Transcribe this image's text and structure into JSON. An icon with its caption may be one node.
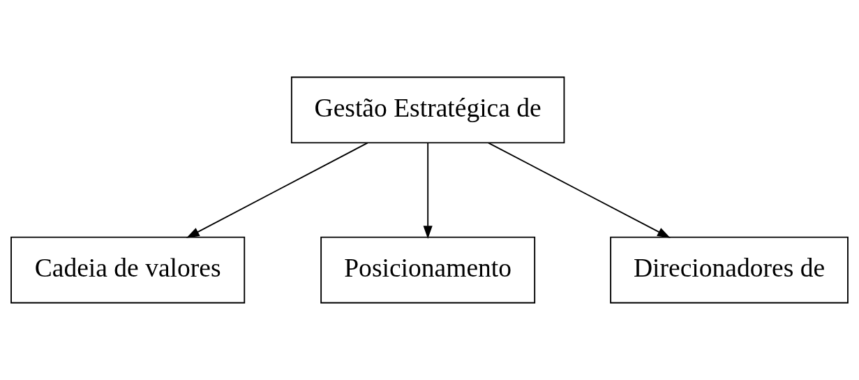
{
  "diagram": {
    "nodes": [
      {
        "text": [
          "Gestão Estratégica de"
        ]
      },
      {
        "text": [
          "Cadeia de valores"
        ]
      },
      {
        "text": [
          "Posicionamento"
        ]
      },
      {
        "text": [
          "Direcionadores de"
        ]
      }
    ],
    "edges": [
      {
        "from": 0,
        "to": 1,
        "arrow": "to"
      },
      {
        "from": 0,
        "to": 2,
        "arrow": "to"
      },
      {
        "from": 0,
        "to": 3,
        "arrow": "to"
      }
    ]
  }
}
